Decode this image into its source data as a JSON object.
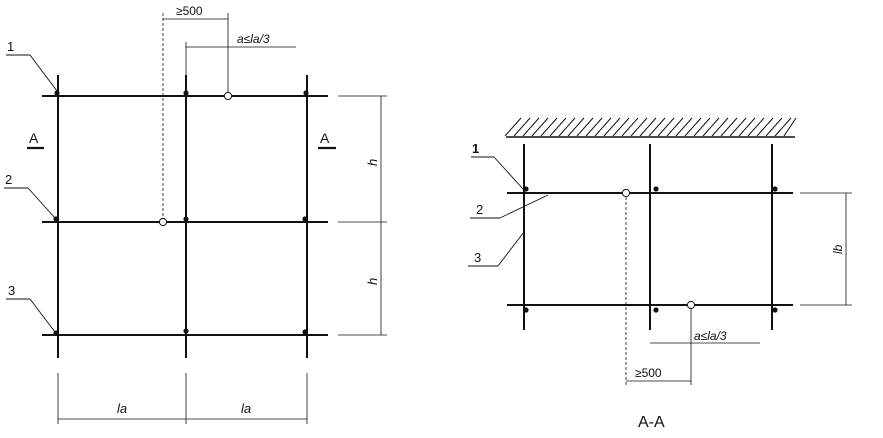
{
  "left_view": {
    "callouts": [
      "1",
      "2",
      "3"
    ],
    "section_mark_left": "A",
    "section_mark_right": "A",
    "dim_overlap": "≥500",
    "dim_offset": "a≤la/3",
    "dim_height_upper": "h",
    "dim_height_lower": "h",
    "dim_span_left": "la",
    "dim_span_right": "la"
  },
  "section_view": {
    "callouts": [
      "1",
      "2",
      "3"
    ],
    "dim_height": "lb",
    "dim_offset": "a≤la/3",
    "dim_overlap": "≥500",
    "title": "A-A"
  }
}
